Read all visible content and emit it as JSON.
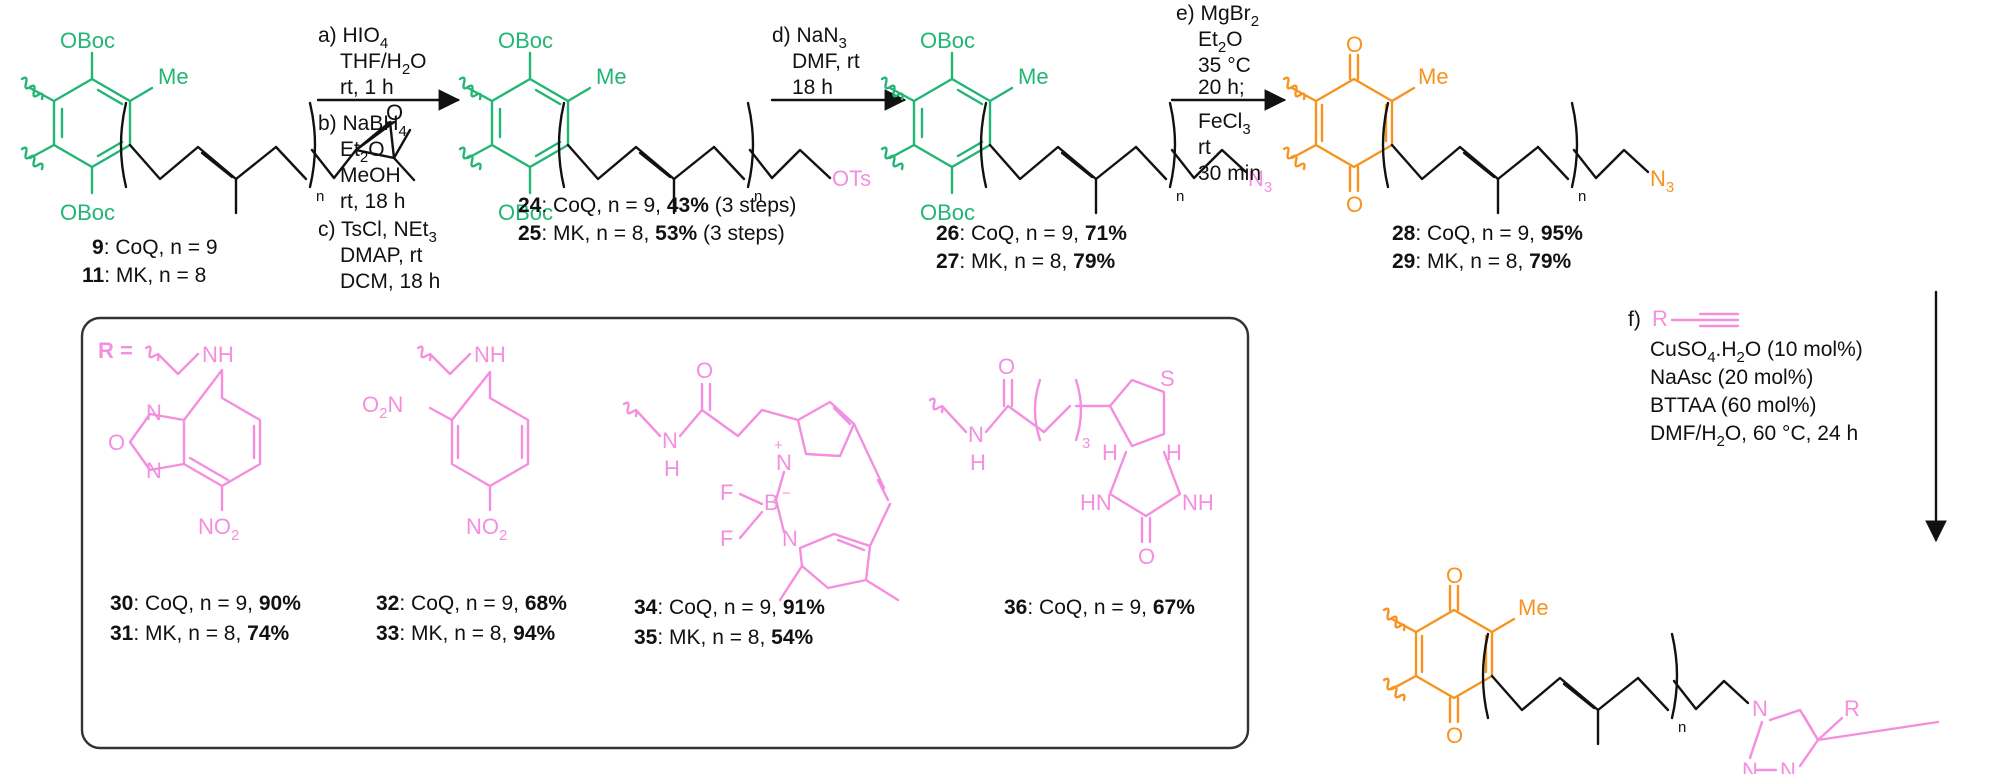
{
  "colors": {
    "protected": "#22b573",
    "quinone": "#f7931e",
    "r_group": "#f48fe0",
    "text": "#111111"
  },
  "labels": {
    "oboc": "OBoc",
    "me": "Me",
    "o": "O",
    "n": "n",
    "ots": "OTs",
    "n3": "N",
    "n3_sub": "3",
    "nh": "NH",
    "n_atom": "N",
    "h_atom": "H",
    "f_atom": "F",
    "s_atom": "S",
    "r": "R",
    "o2n": "O",
    "o2n_sub": "2",
    "o2n_n": "N",
    "no2": "NO",
    "no2_sub": "2",
    "three": "3",
    "plus": "+",
    "minus": "−",
    "b_atom": "B",
    "hn": "HN",
    "r_eq": "R ="
  },
  "step1": {
    "a1": "a) HIO",
    "a1_sub": "4",
    "a2": "THF/H",
    "a2_sub": "2",
    "a2_end": "O",
    "a3": "rt, 1 h",
    "b1": "b) NaBH",
    "b1_sub": "4",
    "b2": "Et",
    "b2_sub": "2",
    "b2_end": "O",
    "b3": "MeOH",
    "b4": "rt, 18 h",
    "c1": "c) TsCl, NEt",
    "c1_sub": "3",
    "c2": "DMAP, rt",
    "c3": "DCM, 18 h"
  },
  "step2": {
    "d1": "d) NaN",
    "d1_sub": "3",
    "d2": "DMF, rt",
    "d3": "18 h"
  },
  "step3": {
    "e1": "e) MgBr",
    "e1_sub": "2",
    "e2": "Et",
    "e2_sub": "2",
    "e2_end": "O",
    "e3": "35 °C",
    "e4": "20 h;",
    "e5": "FeCl",
    "e5_sub": "3",
    "e6": "rt",
    "e7": "30 min"
  },
  "step4": {
    "f1": "f)",
    "f2": "CuSO",
    "f2_sub1": "4",
    "f2_mid": ".H",
    "f2_sub2": "2",
    "f2_end": "O (10 mol%)",
    "f3": "NaAsc (20 mol%)",
    "f4": "BTTAA (60 mol%)",
    "f5": "DMF/H",
    "f5_sub": "2",
    "f5_end": "O, 60  °C, 24 h"
  },
  "compounds": [
    {
      "num": "9",
      "desc": ": CoQ, n = 9",
      "yield": ""
    },
    {
      "num": "11",
      "desc": ": MK, n = 8",
      "yield": ""
    },
    {
      "num": "24",
      "desc": ": CoQ, n = 9, ",
      "yield": "43%",
      "note": " (3 steps)"
    },
    {
      "num": "25",
      "desc": ": MK, n = 8, ",
      "yield": "53%",
      "note": " (3 steps)"
    },
    {
      "num": "26",
      "desc": ": CoQ, n = 9, ",
      "yield": "71%"
    },
    {
      "num": "27",
      "desc": ": MK, n = 8, ",
      "yield": "79%"
    },
    {
      "num": "28",
      "desc": ": CoQ, n = 9, ",
      "yield": "95%"
    },
    {
      "num": "29",
      "desc": ": MK, n = 8, ",
      "yield": "79%"
    },
    {
      "num": "30",
      "desc": ": CoQ, n = 9, ",
      "yield": "90%"
    },
    {
      "num": "31",
      "desc": ": MK, n = 8, ",
      "yield": "74%"
    },
    {
      "num": "32",
      "desc": ": CoQ, n = 9, ",
      "yield": "68%"
    },
    {
      "num": "33",
      "desc": ": MK, n = 8, ",
      "yield": "94%"
    },
    {
      "num": "34",
      "desc": ": CoQ, n = 9, ",
      "yield": "91%"
    },
    {
      "num": "35",
      "desc": ": MK, n = 8, ",
      "yield": "54%"
    },
    {
      "num": "36",
      "desc": ": CoQ, n = 9, ",
      "yield": "67%"
    }
  ]
}
